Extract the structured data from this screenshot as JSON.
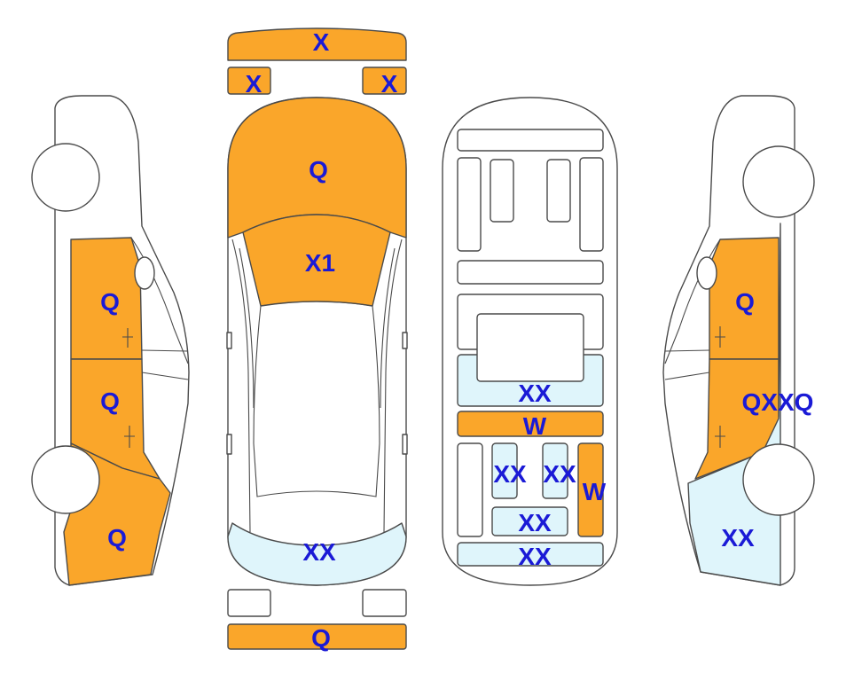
{
  "colors": {
    "damaged": "#FAA62A",
    "repaired": "#DFF5FB",
    "body": "#FFFFFF",
    "outline": "#4A4A4A",
    "label": "#1A1AD6"
  },
  "labels": {
    "front_bumper": "X",
    "left_headlight": "X",
    "right_headlight": "X",
    "hood": "Q",
    "roof": "X1",
    "rear_glass": "XX",
    "rear_bumper": "Q",
    "left_front_door": "Q",
    "left_rear_door": "Q",
    "left_rear_fender": "Q",
    "floor_center": "XX",
    "floor_crossmember": "W",
    "floor_left": "XX",
    "floor_right": "XX",
    "floor_rail": "W",
    "floor_rear_upper": "XX",
    "floor_rear_lower": "XX",
    "right_front_door": "Q",
    "right_rear_door": "QXXQ",
    "right_rear_fender": "XX"
  }
}
